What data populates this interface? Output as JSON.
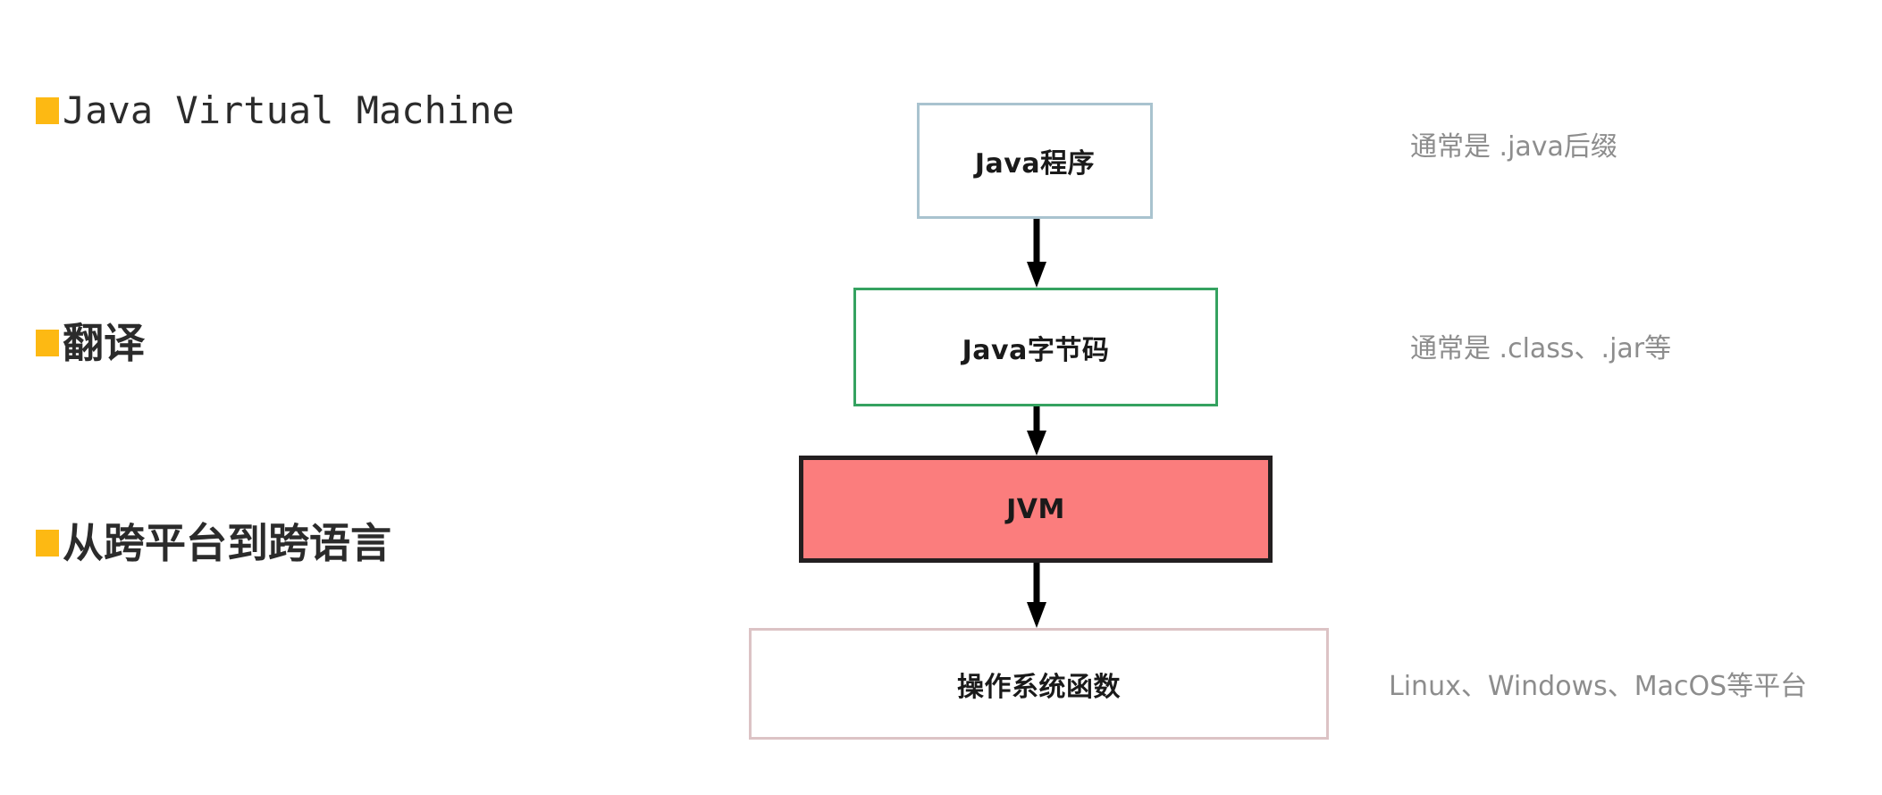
{
  "slide": {
    "background_color": "#ffffff",
    "bullet_marker_color": "#fdb913"
  },
  "bullets": [
    {
      "text": "Java Virtual Machine",
      "script": "latin"
    },
    {
      "text": "翻译",
      "script": "cjk"
    },
    {
      "text": "从跨平台到跨语言",
      "script": "cjk"
    }
  ],
  "diagram": {
    "type": "flowchart",
    "direction": "top-to-bottom",
    "arrow_color": "#000000",
    "boxes": [
      {
        "label": "Java程序",
        "border_color": "#a9c3cf",
        "fill_color": "#ffffff",
        "text_color": "#1a1a1a"
      },
      {
        "label": "Java字节码",
        "border_color": "#35a260",
        "fill_color": "#ffffff",
        "text_color": "#1a1a1a"
      },
      {
        "label": "JVM",
        "border_color": "#231f20",
        "fill_color": "#fb7d7d",
        "text_color": "#1a1a1a"
      },
      {
        "label": "操作系统函数",
        "border_color": "#dcc3c5",
        "fill_color": "#ffffff",
        "text_color": "#1a1a1a"
      }
    ]
  },
  "annotations": [
    {
      "text": "通常是 .java后缀",
      "color": "#8d8d8d"
    },
    {
      "text": "通常是 .class、.jar等",
      "color": "#8d8d8d"
    },
    {
      "text": "Linux、Windows、MacOS等平台",
      "color": "#8d8d8d"
    }
  ]
}
